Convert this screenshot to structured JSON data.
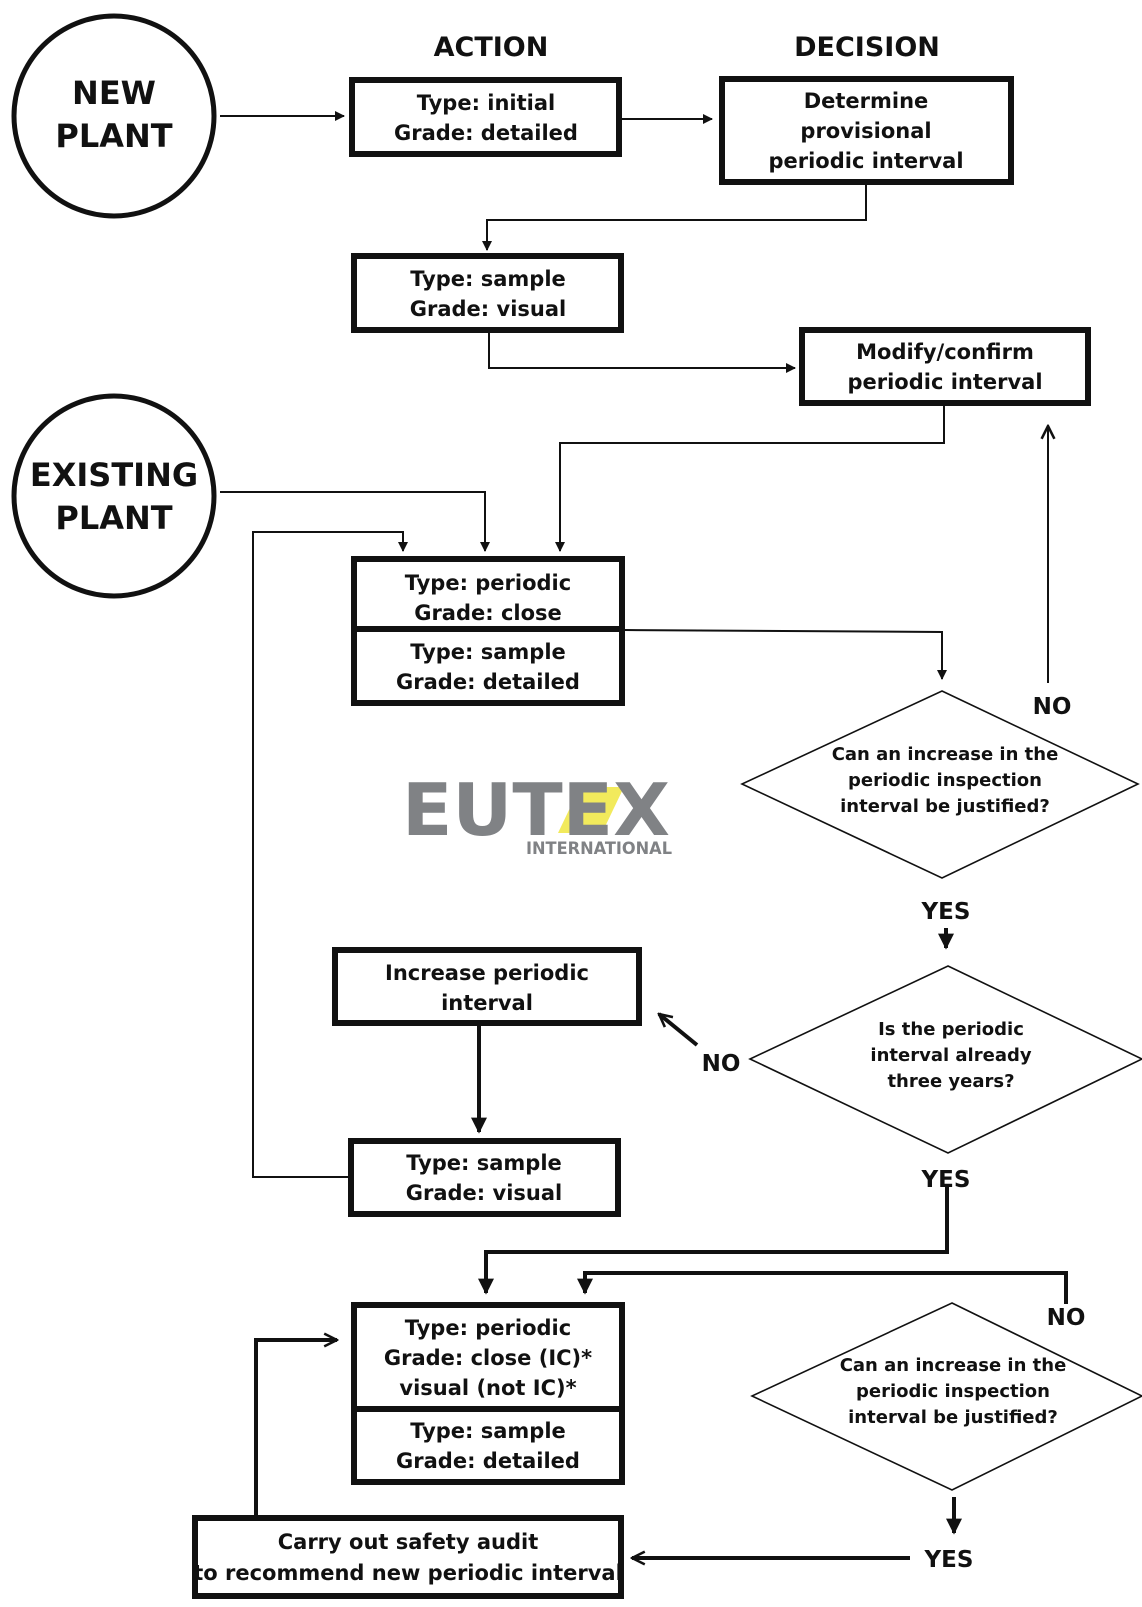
{
  "headers": {
    "action": "ACTION",
    "decision": "DECISION"
  },
  "circles": {
    "new_plant": [
      "NEW",
      "PLANT"
    ],
    "existing_plant": [
      "EXISTING",
      "PLANT"
    ]
  },
  "boxes": {
    "initial_detailed": [
      "Type: initial",
      "Grade: detailed"
    ],
    "provisional_interval": [
      "Determine",
      "provisional",
      "periodic interval"
    ],
    "sample_visual_1": [
      "Type: sample",
      "Grade: visual"
    ],
    "modify_confirm": [
      "Modify/confirm",
      "periodic interval"
    ],
    "periodic_close": [
      "Type: periodic",
      "Grade: close"
    ],
    "sample_detailed_1": [
      "Type: sample",
      "Grade: detailed"
    ],
    "increase_interval": [
      "Increase periodic",
      "interval"
    ],
    "sample_visual_2": [
      "Type: sample",
      "Grade: visual"
    ],
    "periodic_close_ic": [
      "Type: periodic",
      "Grade: close (IC)*",
      "visual (not IC)*"
    ],
    "sample_detailed_2": [
      "Type: sample",
      "Grade: detailed"
    ],
    "safety_audit": [
      "Carry out safety audit",
      "to recommend new periodic interval"
    ]
  },
  "decisions": {
    "justify_1": [
      "Can an increase in the",
      "periodic inspection",
      "interval be justified?"
    ],
    "three_years": [
      "Is the periodic",
      "interval already",
      "three years?"
    ],
    "justify_2": [
      "Can an increase in the",
      "periodic inspection",
      "interval be justified?"
    ]
  },
  "labels": {
    "no_1": "NO",
    "yes_1": "YES",
    "no_2": "NO",
    "yes_2": "YES",
    "no_3": "NO",
    "yes_3": "YES"
  },
  "logo": {
    "text": "EUTEX",
    "subtitle": "INTERNATIONAL",
    "gray": "#808285",
    "accent": "#f2ea5c"
  }
}
